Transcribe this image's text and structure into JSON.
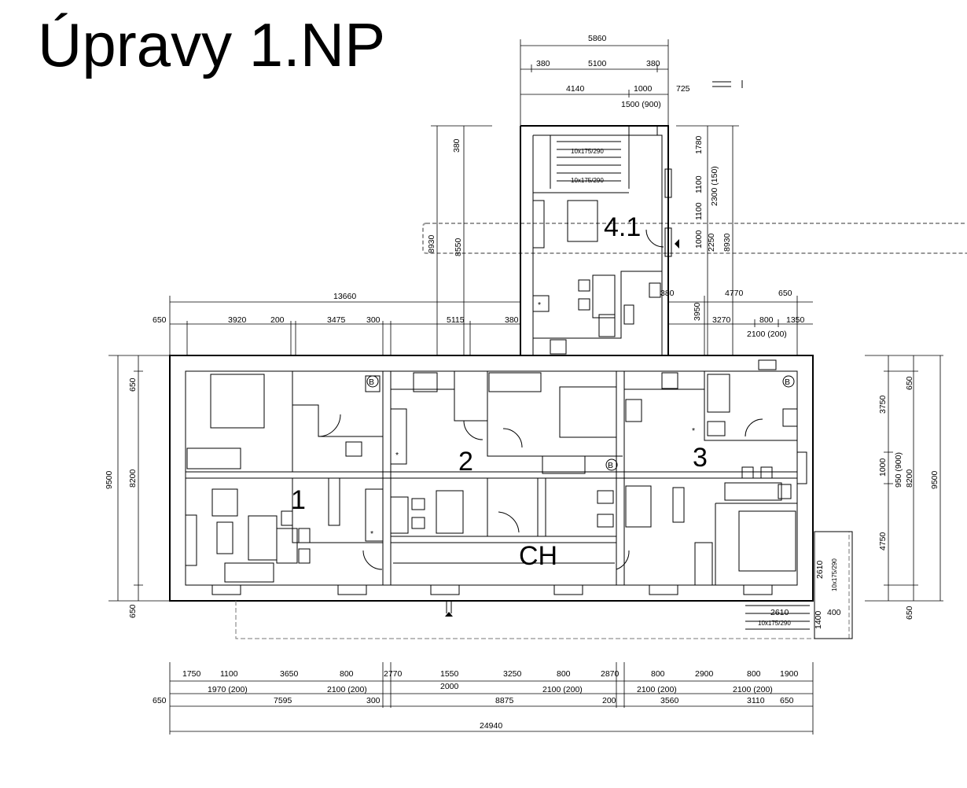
{
  "title": "Úpravy 1.NP",
  "rooms": [
    {
      "label": "1"
    },
    {
      "label": "2"
    },
    {
      "label": "3"
    },
    {
      "label": "4.1"
    },
    {
      "label": "CH"
    }
  ],
  "bathroom_mark": "B",
  "star_mark": "*",
  "stair_labels": [
    "10x175/290",
    "10x175/290",
    "10x175/290",
    "10x175/290"
  ],
  "dimensions": {
    "top_chain_1": [
      "5860"
    ],
    "top_chain_2": [
      "380",
      "5100",
      "380"
    ],
    "top_chain_3": [
      "4140",
      "1000",
      "725"
    ],
    "top_chain_4": [
      "1500 (900)"
    ],
    "mid_chain_1": [
      "13660"
    ],
    "mid_chain_2": [
      "650",
      "3920",
      "200",
      "3475",
      "300",
      "5115",
      "380"
    ],
    "right_chain_1": [
      "380",
      "4770",
      "650"
    ],
    "right_chain_2": [
      "3270",
      "800",
      "1350"
    ],
    "right_chain_3": [
      "2100 (200)"
    ],
    "annex_vert": [
      "380",
      "8930",
      "8550",
      "1780",
      "1100",
      "1100",
      "1000",
      "2300 (150)",
      "2250",
      "8930",
      "3950"
    ],
    "left_vert": [
      "650",
      "9500",
      "8200",
      "650"
    ],
    "right_vert": [
      "3750",
      "650",
      "1000",
      "950 (900)",
      "8200",
      "9500",
      "4750",
      "650"
    ],
    "stair_dims": [
      "2610",
      "2610",
      "1400",
      "400"
    ],
    "bottom_chain_1": [
      "1750",
      "1100",
      "3650",
      "800",
      "2770",
      "1550",
      "3250",
      "800",
      "2870",
      "800",
      "2900",
      "800",
      "1900"
    ],
    "bottom_chain_2": [
      "1970 (200)",
      "2100 (200)",
      "2000",
      "2100 (200)",
      "2100 (200)",
      "2100 (200)"
    ],
    "bottom_chain_3": [
      "650",
      "7595",
      "300",
      "8875",
      "200",
      "3560",
      "3110",
      "650"
    ],
    "bottom_total": [
      "24940"
    ]
  }
}
